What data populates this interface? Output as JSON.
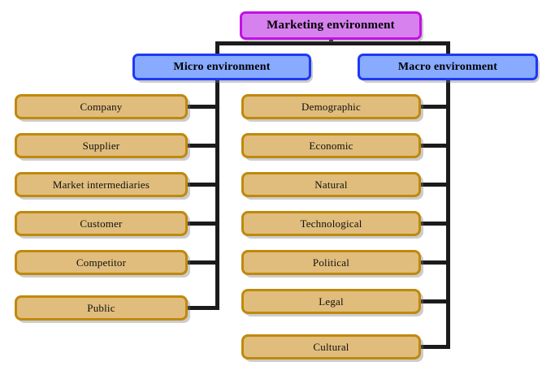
{
  "diagram": {
    "title": "Marketing environment",
    "type": "hierarchy-tree",
    "colors": {
      "root_fill": "#d781ef",
      "root_border": "#c111e4",
      "branch_fill": "#88aaff",
      "branch_border": "#1f39f4",
      "leaf_fill": "#e0bd7d",
      "leaf_border": "#c0890c",
      "connector": "#1b1b1b",
      "background": "#ffffff"
    },
    "root": {
      "label": "Marketing environment"
    },
    "branches": [
      {
        "label": "Micro environment",
        "side": "left",
        "items": [
          {
            "label": "Company"
          },
          {
            "label": "Supplier"
          },
          {
            "label": "Market intermediaries"
          },
          {
            "label": "Customer"
          },
          {
            "label": "Competitor"
          },
          {
            "label": "Public"
          }
        ]
      },
      {
        "label": "Macro environment",
        "side": "right",
        "items": [
          {
            "label": "Demographic"
          },
          {
            "label": "Economic"
          },
          {
            "label": "Natural"
          },
          {
            "label": "Technological"
          },
          {
            "label": "Political"
          },
          {
            "label": "Legal"
          },
          {
            "label": "Cultural"
          }
        ]
      }
    ]
  }
}
